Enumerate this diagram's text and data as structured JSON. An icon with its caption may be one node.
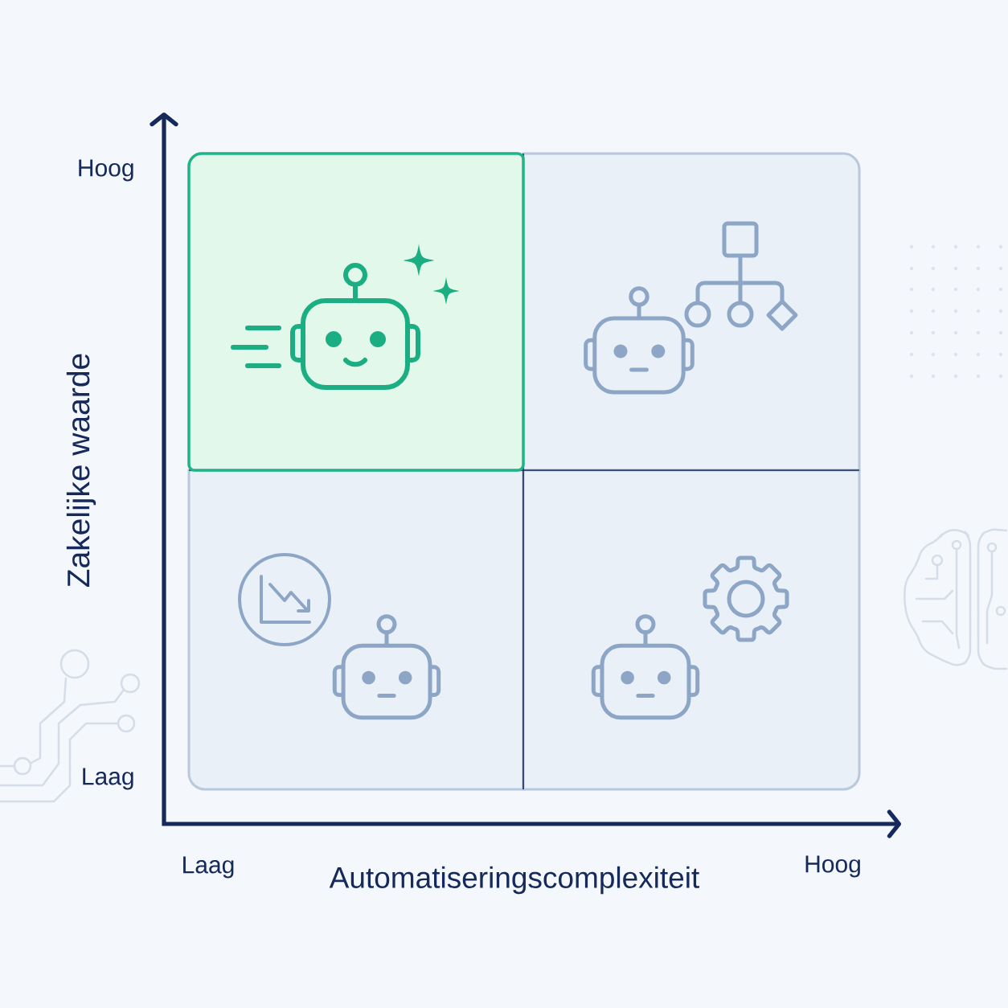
{
  "diagram": {
    "nodes": [
      {
        "text": [],
        "shape": "box"
      },
      {
        "text": [],
        "shape": "box"
      },
      {
        "text": [],
        "shape": "box"
      },
      {
        "text": [],
        "shape": "box"
      }
    ],
    "labels": [
      "Hoog",
      "Zakelijke waarde",
      "Laag",
      "Laag",
      "Automatiseringscomplexiteit",
      "Hoog"
    ]
  }
}
